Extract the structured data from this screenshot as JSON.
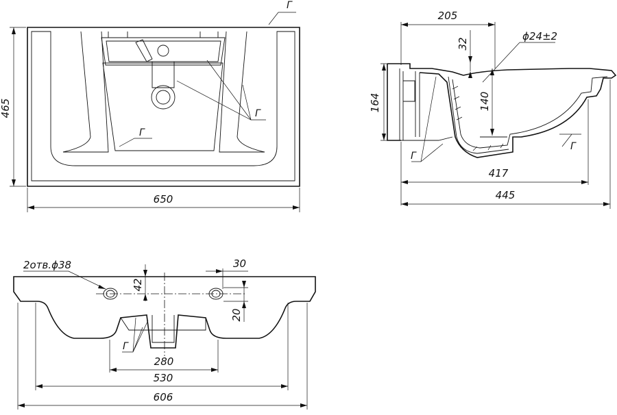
{
  "top_view": {
    "width_label": "650",
    "depth_label": "465",
    "callouts": [
      "Г",
      "Г",
      "Г"
    ]
  },
  "side_view": {
    "top_dim": "205",
    "hole_dim": "ϕ24±2",
    "rim_dim": "32",
    "height_dim": "164",
    "depth_dim": "140",
    "inner_dim": "417",
    "overall_dim": "445",
    "callouts": [
      "Г",
      "Г"
    ]
  },
  "rear_view": {
    "holes_label": "2отв.ϕ38",
    "offset_42": "42",
    "offset_30": "30",
    "offset_20": "20",
    "dim_280": "280",
    "dim_530": "530",
    "dim_606": "606",
    "callouts": [
      "Г"
    ]
  }
}
